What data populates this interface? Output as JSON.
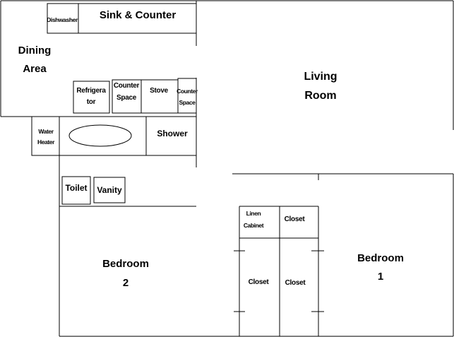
{
  "labels": {
    "dishwasher": "Dishwasher",
    "sink_counter": "Sink & Counter",
    "dining_area": [
      "Dining",
      "Area"
    ],
    "refrigerator": [
      "Refrigera",
      "tor"
    ],
    "counter_space_left": [
      "Counter",
      "Space"
    ],
    "stove": "Stove",
    "counter_space_right": [
      "Counter",
      "Space"
    ],
    "living_room": [
      "Living",
      "Room"
    ],
    "water_heater": [
      "Water",
      "Heater"
    ],
    "shower": "Shower",
    "toilet": "Toilet",
    "vanity": "Vanity",
    "linen_cabinet": [
      "Linen",
      "Cabinet"
    ],
    "closet_top": "Closet",
    "closet_left": "Closet",
    "closet_right": "Closet",
    "bedroom_2": [
      "Bedroom",
      "2"
    ],
    "bedroom_1": [
      "Bedroom",
      "1"
    ]
  }
}
